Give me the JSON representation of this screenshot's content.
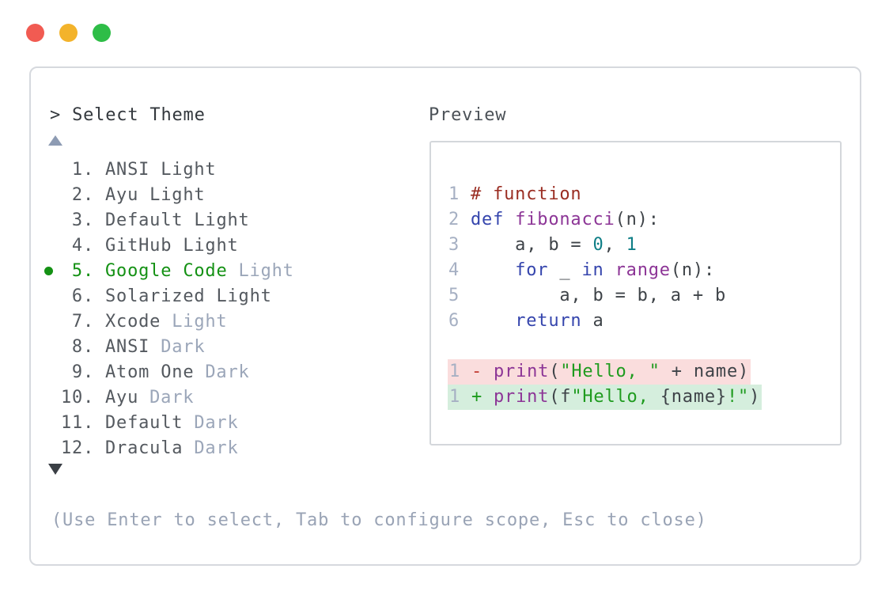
{
  "window": {
    "controls": [
      {
        "name": "close",
        "color": "#f15b52"
      },
      {
        "name": "minimize",
        "color": "#f3b32b"
      },
      {
        "name": "zoom",
        "color": "#2ebd47"
      }
    ]
  },
  "colors": {
    "accent_green": "#149114",
    "dim_text": "#9ba6b9",
    "dark_text": "#33383d",
    "panel_border": "#d6d9de",
    "diff_removed_bg": "#fadddd",
    "diff_added_bg": "#d5eedd",
    "syntax_comment": "#9a2d22",
    "syntax_keyword": "#3545ad",
    "syntax_function": "#8c3596",
    "syntax_number": "#0e7e86",
    "syntax_string": "#1f9b1f"
  },
  "selector": {
    "prompt": "> Select Theme",
    "scroll_up_icon": "triangle-up",
    "scroll_down_icon": "triangle-down",
    "selected_bullet_icon": "dot",
    "items": [
      {
        "num": "1.",
        "name": "ANSI Light",
        "suffix": "",
        "selected": false
      },
      {
        "num": "2.",
        "name": "Ayu Light",
        "suffix": "",
        "selected": false
      },
      {
        "num": "3.",
        "name": "Default Light",
        "suffix": "",
        "selected": false
      },
      {
        "num": "4.",
        "name": "GitHub Light",
        "suffix": "",
        "selected": false
      },
      {
        "num": "5.",
        "name": "Google Code",
        "suffix": "Light",
        "selected": true
      },
      {
        "num": "6.",
        "name": "Solarized Light",
        "suffix": "",
        "selected": false
      },
      {
        "num": "7.",
        "name": "Xcode",
        "suffix": "Light",
        "selected": false
      },
      {
        "num": "8.",
        "name": "ANSI",
        "suffix": "Dark",
        "selected": false
      },
      {
        "num": "9.",
        "name": "Atom One",
        "suffix": "Dark",
        "selected": false
      },
      {
        "num": "10.",
        "name": "Ayu",
        "suffix": "Dark",
        "selected": false
      },
      {
        "num": "11.",
        "name": "Default",
        "suffix": "Dark",
        "selected": false
      },
      {
        "num": "12.",
        "name": "Dracula",
        "suffix": "Dark",
        "selected": false
      }
    ],
    "hint": "(Use Enter to select, Tab to configure scope, Esc to close)"
  },
  "preview": {
    "label": "Preview",
    "code": [
      {
        "ln": "1",
        "tokens": [
          {
            "t": "# function"
          }
        ]
      },
      {
        "ln": "2",
        "tokens": [
          {
            "t": "def"
          },
          {
            "t": " "
          },
          {
            "t": "fibonacci"
          },
          {
            "t": "(n):"
          }
        ]
      },
      {
        "ln": "3",
        "tokens": [
          {
            "t": "    a, b = "
          },
          {
            "t": "0"
          },
          {
            "t": ", "
          },
          {
            "t": "1"
          }
        ]
      },
      {
        "ln": "4",
        "tokens": [
          {
            "t": "    "
          },
          {
            "t": "for"
          },
          {
            "t": " _ "
          },
          {
            "t": "in"
          },
          {
            "t": " "
          },
          {
            "t": "range"
          },
          {
            "t": "(n):"
          }
        ]
      },
      {
        "ln": "5",
        "tokens": [
          {
            "t": "        a, b = b, a + b"
          }
        ]
      },
      {
        "ln": "6",
        "tokens": [
          {
            "t": "    "
          },
          {
            "t": "return"
          },
          {
            "t": " a"
          }
        ]
      }
    ],
    "diff": [
      {
        "ln": "1",
        "sign": "-",
        "kind": "removed",
        "tokens": [
          {
            "t": "print"
          },
          {
            "t": "("
          },
          {
            "t": "\"Hello, \""
          },
          {
            "t": " + name)"
          }
        ]
      },
      {
        "ln": "1",
        "sign": "+",
        "kind": "added",
        "tokens": [
          {
            "t": "print"
          },
          {
            "t": "(f"
          },
          {
            "t": "\"Hello, "
          },
          {
            "t": "{name}"
          },
          {
            "t": "!\""
          },
          {
            "t": ")"
          }
        ]
      }
    ]
  }
}
